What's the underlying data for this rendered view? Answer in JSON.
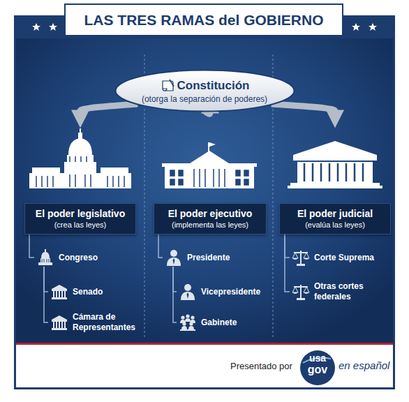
{
  "diagram": {
    "title": "LAS TRES RAMAS del GOBIERNO",
    "nodes": [
      {
        "text": [
          "Constitución",
          "(otorga la separación de poderes)"
        ]
      },
      {
        "text": [
          "El poder legislativo",
          "(crea las leyes)"
        ]
      },
      {
        "text": [
          "El poder ejecutivo",
          "(implementa las leyes)"
        ]
      },
      {
        "text": [
          "El poder judicial",
          "(evalúa las leyes)"
        ]
      },
      {
        "text": [
          "Congreso"
        ]
      },
      {
        "text": [
          "Senado"
        ]
      },
      {
        "text": [
          "Cámara de Representantes"
        ]
      },
      {
        "text": [
          "Presidente"
        ]
      },
      {
        "text": [
          "Vicepresidente"
        ]
      },
      {
        "text": [
          "Gabinete"
        ]
      },
      {
        "text": [
          "Corte Suprema"
        ]
      },
      {
        "text": [
          "Otras cortes federales"
        ]
      }
    ],
    "edges": [
      {
        "from": 0,
        "to": 1,
        "arrow": "to"
      },
      {
        "from": 0,
        "to": 2,
        "arrow": "to"
      },
      {
        "from": 0,
        "to": 3,
        "arrow": "to"
      },
      {
        "from": 1,
        "to": 4,
        "arrow": "none"
      },
      {
        "from": 4,
        "to": 5,
        "arrow": "none"
      },
      {
        "from": 4,
        "to": 6,
        "arrow": "none"
      },
      {
        "from": 2,
        "to": 7,
        "arrow": "none"
      },
      {
        "from": 7,
        "to": 8,
        "arrow": "none"
      },
      {
        "from": 7,
        "to": 9,
        "arrow": "none"
      },
      {
        "from": 3,
        "to": 10,
        "arrow": "none"
      },
      {
        "from": 3,
        "to": 11,
        "arrow": "none"
      }
    ],
    "labels": [
      "Presentado por",
      "usa",
      "gov",
      "en español"
    ]
  }
}
